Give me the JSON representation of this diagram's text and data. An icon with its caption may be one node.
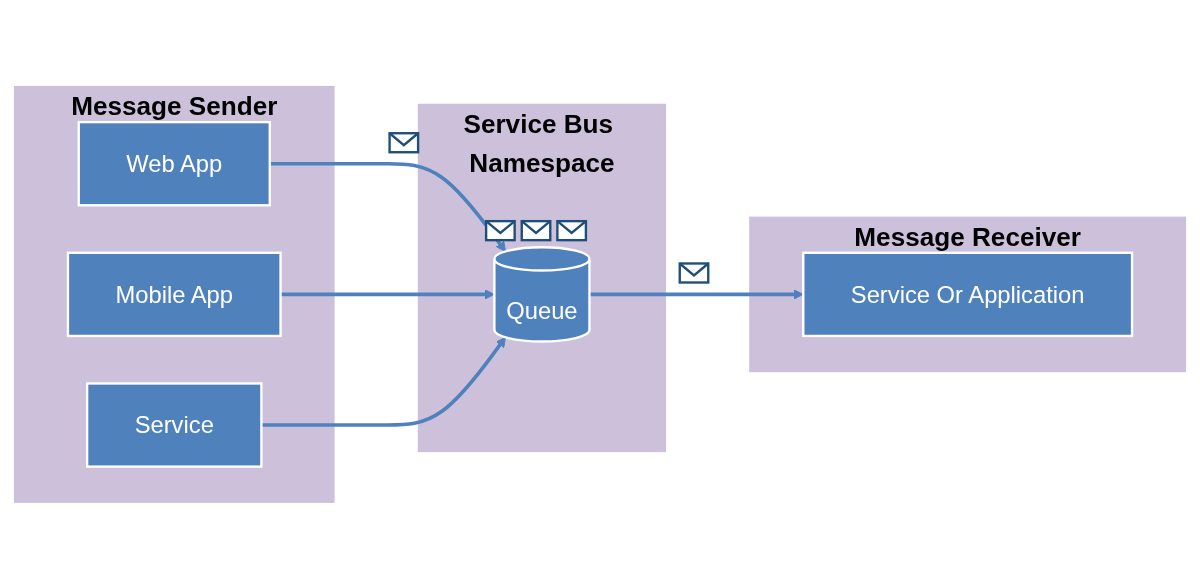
{
  "diagram": {
    "nodes": [
      {
        "text": [
          "Message Sender"
        ]
      },
      {
        "text": [
          "Web App"
        ],
        "in": 0
      },
      {
        "text": [
          "Mobile App"
        ],
        "in": 0
      },
      {
        "text": [
          "Service"
        ],
        "in": 0
      },
      {
        "text": [
          "Service Bus Namespace"
        ]
      },
      {
        "text": [
          "Queue"
        ],
        "in": 4
      },
      {
        "text": [
          "Message Receiver"
        ]
      },
      {
        "text": [
          "Service Or Application"
        ],
        "in": 6
      }
    ],
    "edges": [
      {
        "from": 1,
        "to": 5,
        "arrow": "to"
      },
      {
        "from": 2,
        "to": 5,
        "arrow": "to"
      },
      {
        "from": 3,
        "to": 5,
        "arrow": "to"
      },
      {
        "from": 5,
        "to": 7,
        "arrow": "to"
      }
    ]
  }
}
